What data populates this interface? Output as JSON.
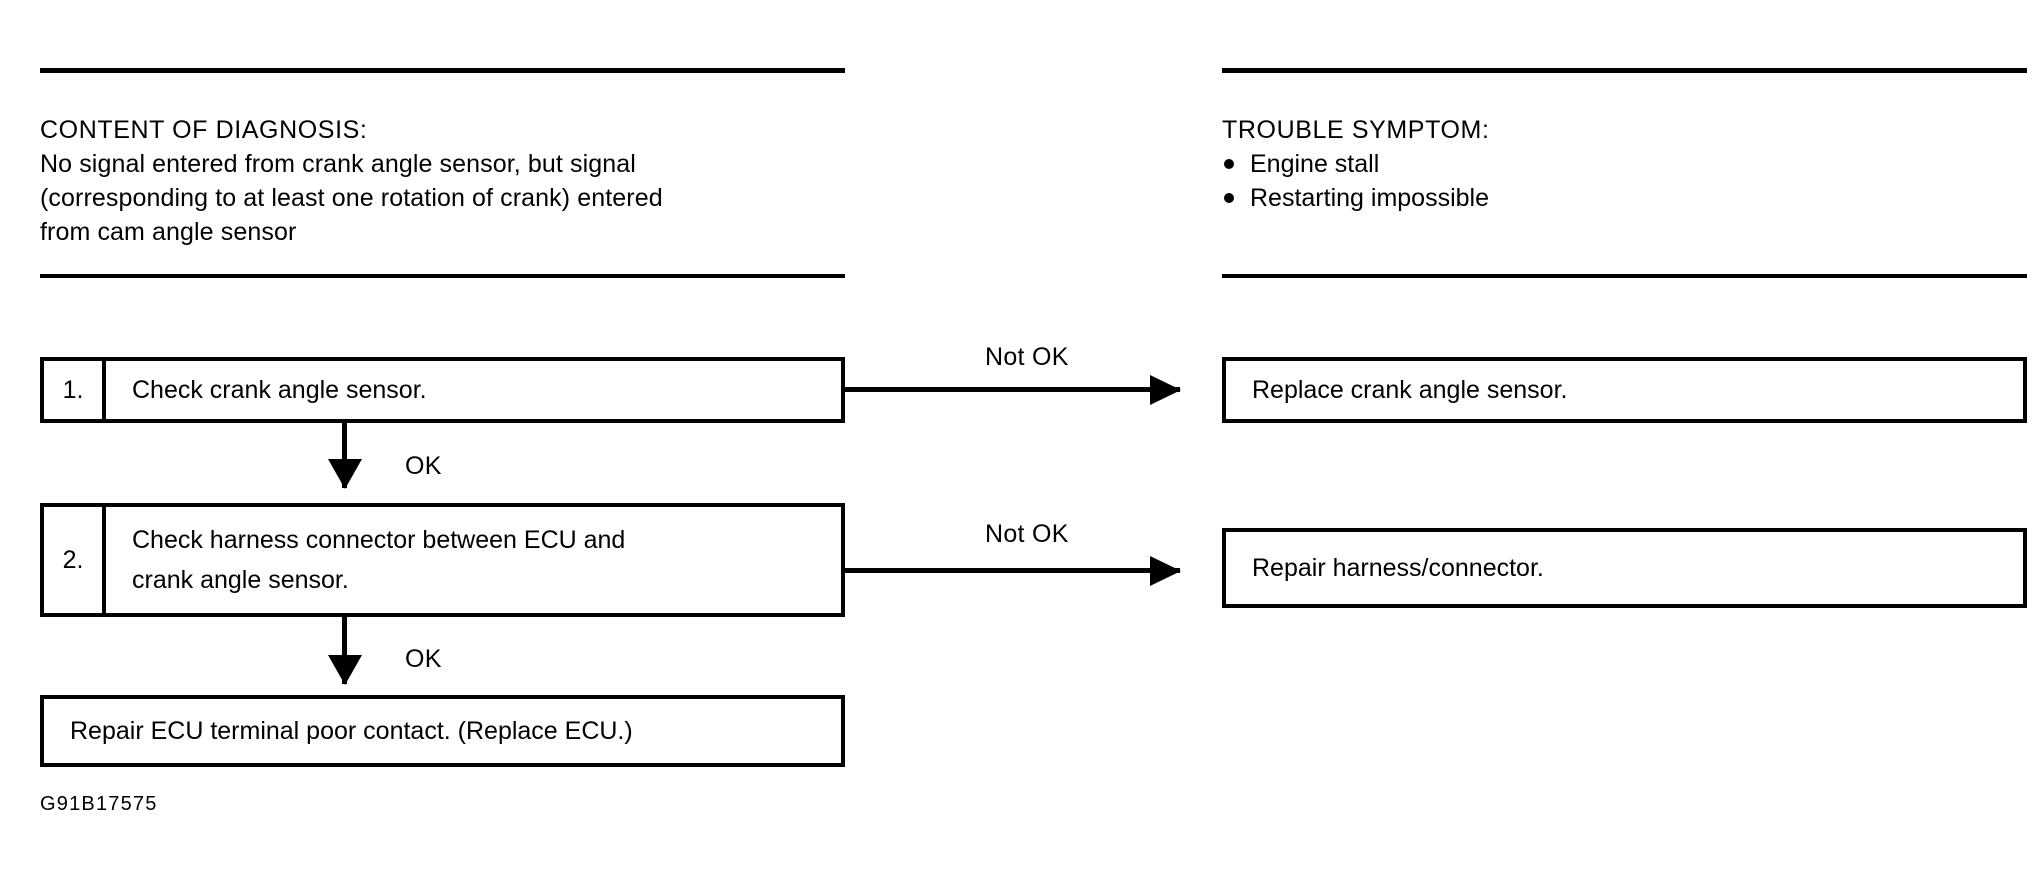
{
  "figure": {
    "id_label": "G91B17575"
  },
  "diagnosis": {
    "heading": "CONTENT OF DIAGNOSIS:",
    "lines": [
      "No signal entered from crank angle sensor, but signal",
      "(corresponding to at least one rotation of crank) entered",
      "from cam angle sensor"
    ]
  },
  "symptom": {
    "heading": "TROUBLE SYMPTOM:",
    "items": [
      "Engine stall",
      "Restarting impossible"
    ]
  },
  "flow": {
    "steps": [
      {
        "number": "1.",
        "lines": [
          "Check crank angle sensor."
        ]
      },
      {
        "number": "2.",
        "lines": [
          "Check harness connector between ECU and",
          "crank angle sensor."
        ]
      }
    ],
    "final_step": {
      "lines": [
        "Repair ECU terminal poor contact. (Replace ECU.)"
      ]
    },
    "results": [
      {
        "lines": [
          "Replace crank angle sensor."
        ]
      },
      {
        "lines": [
          "Repair harness/connector."
        ]
      }
    ],
    "edge_labels": {
      "not_ok_1": "Not OK",
      "not_ok_2": "Not OK",
      "ok_1": "OK",
      "ok_2": "OK"
    }
  },
  "colors": {
    "ink": "#000000",
    "paper": "#ffffff"
  }
}
